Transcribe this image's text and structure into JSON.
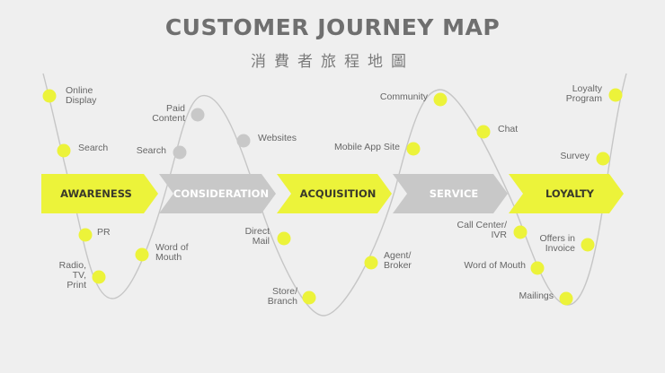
{
  "title": "CUSTOMER JOURNEY MAP",
  "subtitle": "消費者旅程地圖",
  "colors": {
    "accent": "#ecf33a",
    "inactive": "#c8c8c8",
    "stage_text_accent": "#3a3a2a",
    "stage_text_inactive": "#ffffff",
    "curve": "#c6c6c6",
    "label": "#666666"
  },
  "stages": [
    {
      "label": "AWARENESS",
      "active": true
    },
    {
      "label": "CONSIDERATION",
      "active": false
    },
    {
      "label": "ACQUISITION",
      "active": true
    },
    {
      "label": "SERVICE",
      "active": false
    },
    {
      "label": "LOYALTY",
      "active": true
    }
  ],
  "touchpoints": [
    {
      "lines": [
        "Online",
        "Display"
      ],
      "active": true
    },
    {
      "lines": [
        "Search"
      ],
      "active": true
    },
    {
      "lines": [
        "PR"
      ],
      "active": true
    },
    {
      "lines": [
        "Radio,",
        "TV,",
        "Print"
      ],
      "active": true
    },
    {
      "lines": [
        "Word of",
        "Mouth"
      ],
      "active": true
    },
    {
      "lines": [
        "Search"
      ],
      "active": false
    },
    {
      "lines": [
        "Paid",
        "Content"
      ],
      "active": false
    },
    {
      "lines": [
        "Websites"
      ],
      "active": false
    },
    {
      "lines": [
        "Direct",
        "Mail"
      ],
      "active": true
    },
    {
      "lines": [
        "Store/",
        "Branch"
      ],
      "active": true
    },
    {
      "lines": [
        "Agent/",
        "Broker"
      ],
      "active": true
    },
    {
      "lines": [
        "Mobile App Site"
      ],
      "active": true
    },
    {
      "lines": [
        "Community"
      ],
      "active": true
    },
    {
      "lines": [
        "Chat"
      ],
      "active": true
    },
    {
      "lines": [
        "Call Center/",
        "IVR"
      ],
      "active": true
    },
    {
      "lines": [
        "Word of Mouth"
      ],
      "active": true
    },
    {
      "lines": [
        "Mailings"
      ],
      "active": true
    },
    {
      "lines": [
        "Offers in",
        "Invoice"
      ],
      "active": true
    },
    {
      "lines": [
        "Survey"
      ],
      "active": true
    },
    {
      "lines": [
        "Loyalty",
        "Program"
      ],
      "active": true
    }
  ]
}
